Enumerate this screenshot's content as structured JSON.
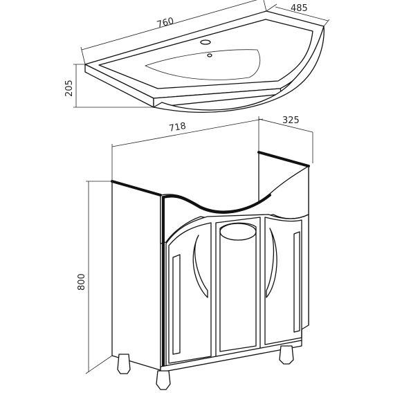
{
  "dimensions": {
    "basin_width": "760",
    "basin_depth": "485",
    "basin_height": "205",
    "cabinet_width": "718",
    "cabinet_depth": "325",
    "cabinet_height": "800"
  }
}
